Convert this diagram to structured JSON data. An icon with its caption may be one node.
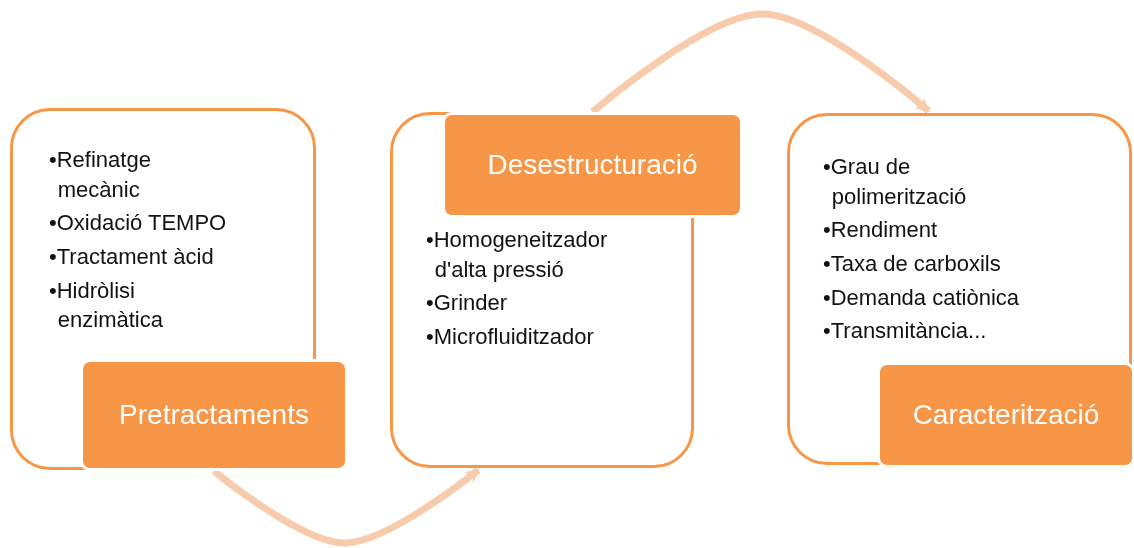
{
  "diagram": {
    "nodes": [
      {
        "text": [
          "•Refinatge mecànic",
          "•Oxidació TEMPO",
          "•Tractament àcid",
          "•Hidròlisi enzimàtica"
        ]
      },
      {
        "text": [
          "Pretractaments"
        ]
      },
      {
        "text": [
          "•Homogeneitzador d'alta pressió",
          "•Grinder",
          "•Microfluiditzador"
        ]
      },
      {
        "text": [
          "Desestructuració"
        ]
      },
      {
        "text": [
          "•Grau de polimerització",
          "•Rendiment",
          "•Taxa de carboxils",
          "•Demanda catiònica",
          "•Transmitància..."
        ]
      },
      {
        "text": [
          "Caracterització"
        ],
        "in": 4
      }
    ],
    "edges": [
      {
        "from": 1,
        "to": 2,
        "arrow": "to"
      },
      {
        "from": 3,
        "to": 4,
        "arrow": "to"
      }
    ]
  }
}
